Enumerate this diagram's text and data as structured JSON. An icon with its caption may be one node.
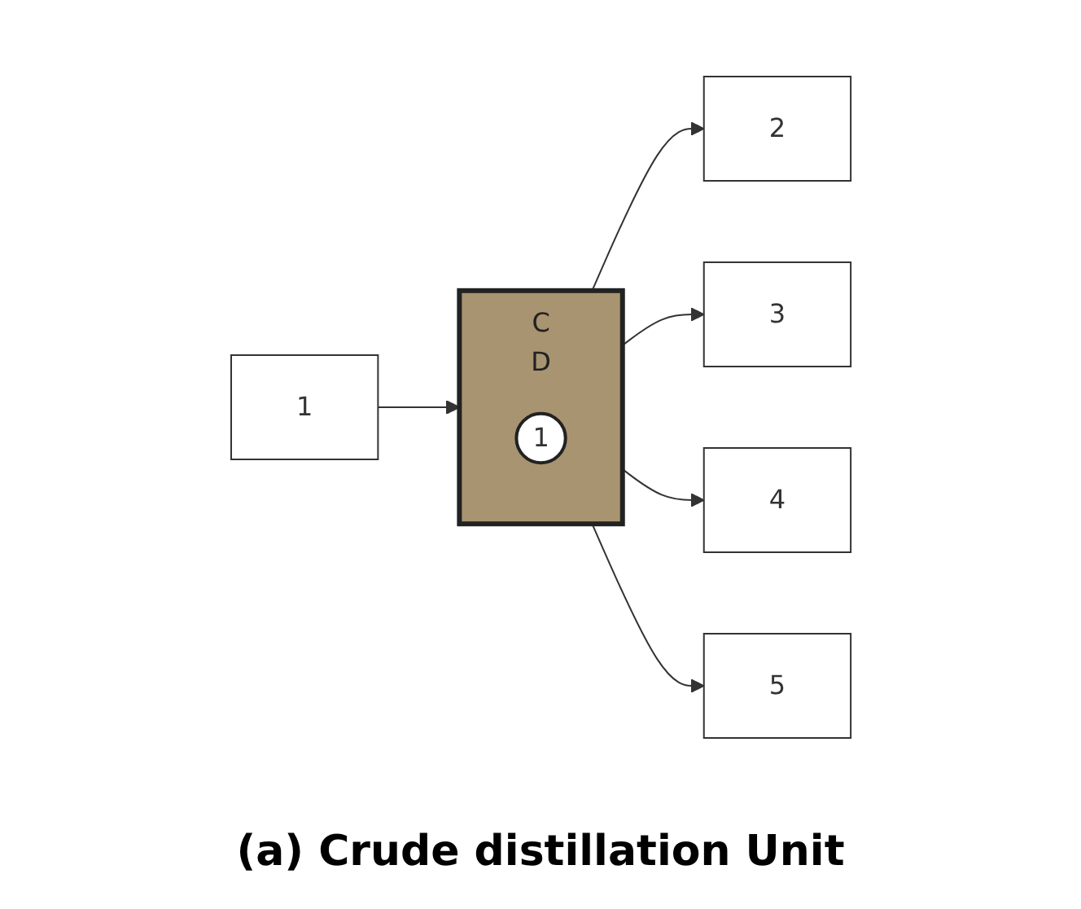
{
  "diagram": {
    "caption": "(a)  Crude distillation Unit",
    "nodes": [
      {
        "text": [
          "C",
          "D"
        ]
      },
      {
        "text": [
          "1"
        ],
        "in": 0
      },
      {
        "text": [
          "1"
        ]
      },
      {
        "text": [
          "2"
        ]
      },
      {
        "text": [
          "3"
        ]
      },
      {
        "text": [
          "4"
        ]
      },
      {
        "text": [
          "5"
        ]
      }
    ],
    "edges": [
      {
        "from": 2,
        "to": 0,
        "arrow": "to"
      },
      {
        "from": 0,
        "to": 3,
        "arrow": "to"
      },
      {
        "from": 0,
        "to": 4,
        "arrow": "to"
      },
      {
        "from": 0,
        "to": 5,
        "arrow": "to"
      },
      {
        "from": 0,
        "to": 6,
        "arrow": "to"
      }
    ]
  }
}
